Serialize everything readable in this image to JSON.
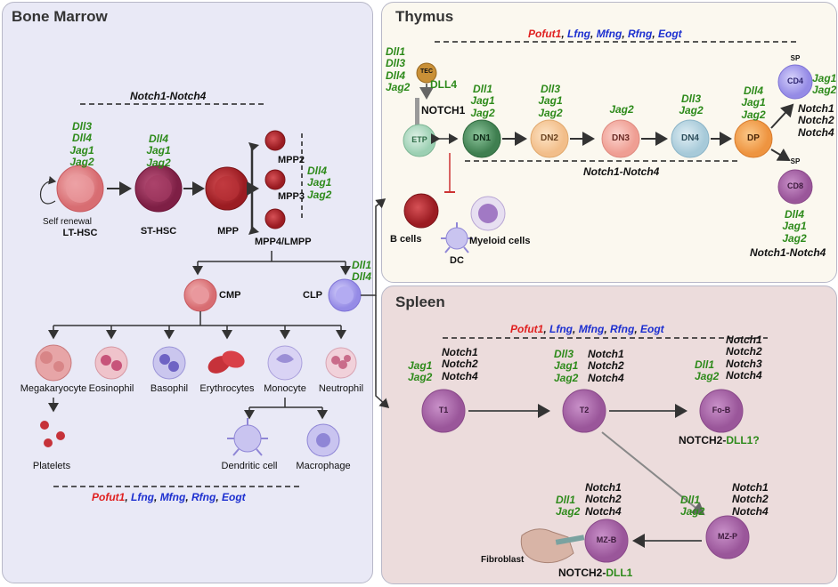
{
  "bone_marrow": {
    "title": "Bone Marrow",
    "notch_range": "Notch1-Notch4",
    "lthsc_ligands": [
      "Dll3",
      "Dll4",
      "Jag1",
      "Jag2"
    ],
    "sthsc_ligands": [
      "Dll4",
      "Jag1",
      "Jag2"
    ],
    "mpp_ligands": [
      "Dll4",
      "Jag1",
      "Jag2"
    ],
    "clp_ligands": [
      "Dll1",
      "Dll4"
    ],
    "self_renewal": "Self renewal",
    "cells": {
      "lthsc": "LT-HSC",
      "sthsc": "ST-HSC",
      "mpp": "MPP",
      "mpp2": "MPP2",
      "mpp3": "MPP3",
      "mpp4": "MPP4/LMPP",
      "cmp": "CMP",
      "clp": "CLP",
      "megakaryocyte": "Megakaryocyte",
      "eosinophil": "Eosinophil",
      "basophil": "Basophil",
      "erythrocytes": "Erythrocytes",
      "monocyte": "Monocyte",
      "neutrophil": "Neutrophil",
      "platelets": "Platelets",
      "dendritic": "Dendritic cell",
      "macrophage": "Macrophage"
    },
    "glyco": [
      "Pofut1",
      ", ",
      "Lfng",
      ", ",
      "Mfng",
      ", ",
      "Rfng",
      ", ",
      "Eogt"
    ]
  },
  "thymus": {
    "title": "Thymus",
    "glyco": [
      "Pofut1",
      ", ",
      "Lfng",
      ", ",
      "Mfng",
      ", ",
      "Rfng",
      ", ",
      "Eogt"
    ],
    "tec": "TEC",
    "tec_ligands": [
      "Dll1",
      "Dll3",
      "Dll4",
      "Jag2"
    ],
    "dll4": "DLL4",
    "notch1": "NOTCH1",
    "dn1_ligands": [
      "Dll1",
      "Jag1",
      "Jag2"
    ],
    "dn2_ligands": [
      "Dll3",
      "Jag1",
      "Jag2"
    ],
    "dn3_ligands": [
      "Jag2"
    ],
    "dn4_ligands": [
      "Dll3",
      "Jag2"
    ],
    "dp_ligands": [
      "Dll4",
      "Jag1",
      "Jag2"
    ],
    "cd4_ligands": [
      "Jag1",
      "Jag2"
    ],
    "cd4_receptors": [
      "Notch1",
      "Notch2",
      "Notch4"
    ],
    "cd8_ligands": [
      "Dll4",
      "Jag1",
      "Jag2"
    ],
    "cd8_receptors": "Notch1-Notch4",
    "notch_range": "Notch1-Notch4",
    "cells": {
      "etp": "ETP",
      "dn1": "DN1",
      "dn2": "DN2",
      "dn3": "DN3",
      "dn4": "DN4",
      "dp": "DP",
      "sp": "SP",
      "cd4": "CD4",
      "cd8": "CD8",
      "bcells": "B cells",
      "myeloid": "Myeloid cells",
      "dc": "DC"
    }
  },
  "spleen": {
    "title": "Spleen",
    "glyco": [
      "Pofut1",
      ", ",
      "Lfng",
      ", ",
      "Mfng",
      ", ",
      "Rfng",
      ", ",
      "Eogt"
    ],
    "t1_ligands": [
      "Jag1",
      "Jag2"
    ],
    "t1_receptors": [
      "Notch1",
      "Notch2",
      "Notch4"
    ],
    "t2_ligands": [
      "Dll3",
      "Jag1",
      "Jag2"
    ],
    "t2_receptors": [
      "Notch1",
      "Notch2",
      "Notch4"
    ],
    "fob_ligands": [
      "Dll1",
      "Jag2"
    ],
    "fob_receptors": [
      "Notch1",
      "Notch2",
      "Notch3",
      "Notch4"
    ],
    "fob_signal_a": "NOTCH2-",
    "fob_signal_b": "DLL1?",
    "mzb_ligands": [
      "Dll1",
      "Jag2"
    ],
    "mzb_receptors": [
      "Notch1",
      "Notch2",
      "Notch4"
    ],
    "mzp_ligands": [
      "Dll1",
      "Jag2"
    ],
    "mzp_receptors": [
      "Notch1",
      "Notch2",
      "Notch4"
    ],
    "mzb_signal_a": "NOTCH2-",
    "mzb_signal_b": "DLL1",
    "fibroblast": "Fibroblast",
    "cells": {
      "t1": "T1",
      "t2": "T2",
      "fob": "Fo-B",
      "mzb": "MZ-B",
      "mzp": "MZ-P"
    }
  },
  "colors": {
    "ligand": "#2d8a1a",
    "pofut1": "#e02020",
    "fringe": "#1c2fd0",
    "bm_bg": "#e9e9f6",
    "thymus_bg": "#fbf8ef",
    "spleen_bg": "#ecdcdc"
  }
}
